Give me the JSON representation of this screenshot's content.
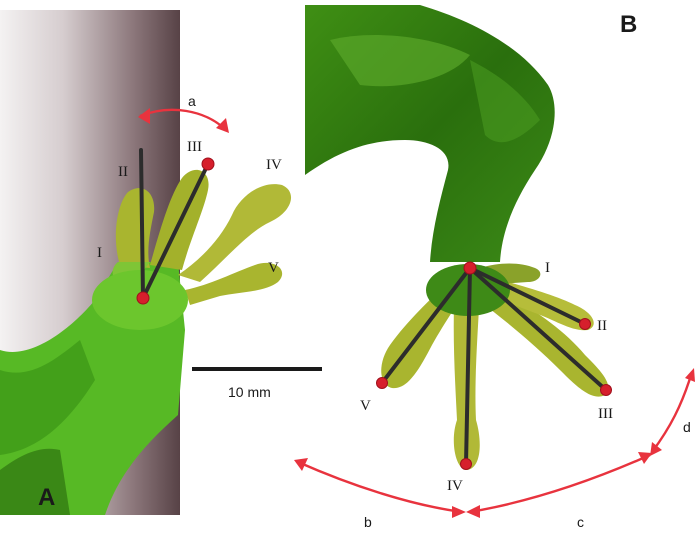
{
  "panels": {
    "left": "A",
    "right": "B"
  },
  "panel_a": {
    "digits": {
      "I": "I",
      "II": "II",
      "III": "III",
      "IV": "IV",
      "V": "V"
    },
    "angle": "a"
  },
  "panel_b": {
    "digits": {
      "I": "I",
      "II": "II",
      "III": "III",
      "IV": "IV",
      "V": "V"
    },
    "arcs": {
      "b": "b",
      "c": "c",
      "d": "d"
    }
  },
  "scale_bar": {
    "label": "10 mm"
  },
  "colors": {
    "skin_light": "#63c72a",
    "skin_dark": "#2e7a12",
    "pad": "#a7b22e",
    "tip": "#d61f2c",
    "arc": "#e8333e",
    "line": "#2c2c2c",
    "tree": "#5e4a4e"
  }
}
